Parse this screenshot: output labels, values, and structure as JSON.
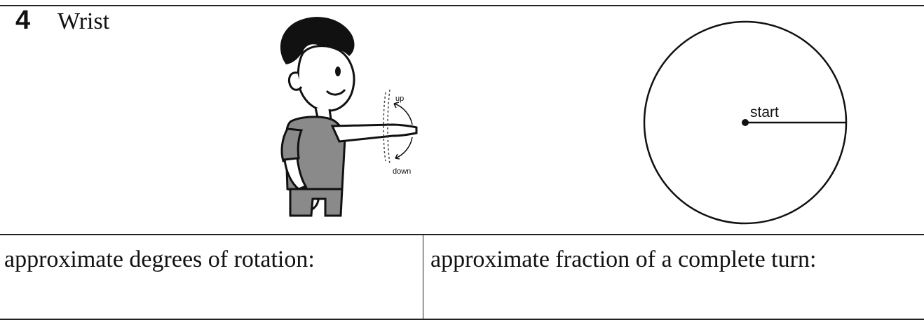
{
  "problem": {
    "number": "4",
    "title": "Wrist"
  },
  "illustration": {
    "icon": "boy-extending-arm-wrist-rotation",
    "labels": {
      "up": "up",
      "down": "down"
    }
  },
  "diagram": {
    "icon": "circle-with-start-radius",
    "start_label": "start"
  },
  "answers": {
    "degrees_prompt": "approximate degrees of rotation:",
    "fraction_prompt": "approximate fraction of a complete turn:"
  }
}
